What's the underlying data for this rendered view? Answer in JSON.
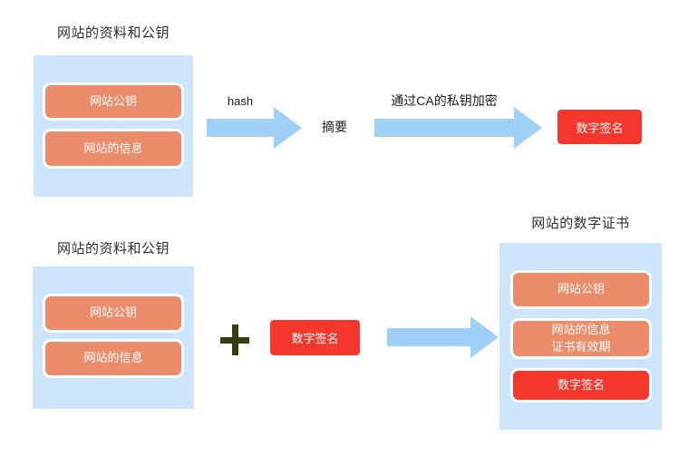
{
  "colors": {
    "background": "#ffffff",
    "panel_blue": "#cde5fa",
    "arrow_blue": "#9fd0f7",
    "box_orange": "#eb8c6b",
    "box_red": "#f5382e",
    "plus_dark": "#3b3b0e",
    "title_text": "#2e2e2e",
    "box_text": "#ffffff"
  },
  "top_flow": {
    "source_title": "网站的资料和公钥",
    "public_key_label": "网站公钥",
    "site_info_label": "网站的信息",
    "hash_arrow_label": "hash",
    "digest_label": "摘要",
    "encrypt_arrow_label": "通过CA的私钥加密",
    "signature_label": "数字签名"
  },
  "bottom_flow": {
    "source_title": "网站的资料和公钥",
    "public_key_label": "网站公钥",
    "site_info_label": "网站的信息",
    "plus_symbol": "+",
    "signature_label": "数字签名",
    "result_title": "网站的数字证书",
    "result_public_key_label": "网站公钥",
    "result_info_line1": "网站的信息",
    "result_info_line2": "证书有效期",
    "result_signature_label": "数字签名"
  }
}
